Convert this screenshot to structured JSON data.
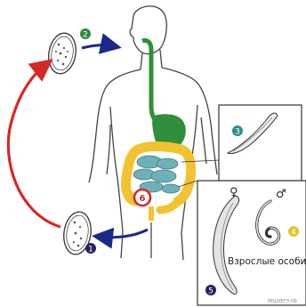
{
  "markers": [
    {
      "id": "1",
      "text": "1",
      "color": "#2b1d63"
    },
    {
      "id": "2",
      "text": "2",
      "color": "#2e8b3a"
    },
    {
      "id": "3",
      "text": "3",
      "color": "#2a8f8f"
    },
    {
      "id": "4",
      "text": "4",
      "color": "#e6c22e"
    },
    {
      "id": "5",
      "text": "5",
      "color": "#2b1d63"
    },
    {
      "id": "6",
      "text": "6",
      "color": "#d62828"
    }
  ],
  "labels": {
    "adults": "Взрослые особи",
    "female_symbol": "♀",
    "male_symbol": "♂",
    "watermark": "РЕШУЕГЭ.РФ"
  },
  "colors": {
    "cycle_arrow": "#d62828",
    "transmission_arrow": "#1a2a8a",
    "digestive_tract": "#2f8f3a",
    "colon": "#f2c230",
    "small_intestine": "#6fb0b8"
  }
}
